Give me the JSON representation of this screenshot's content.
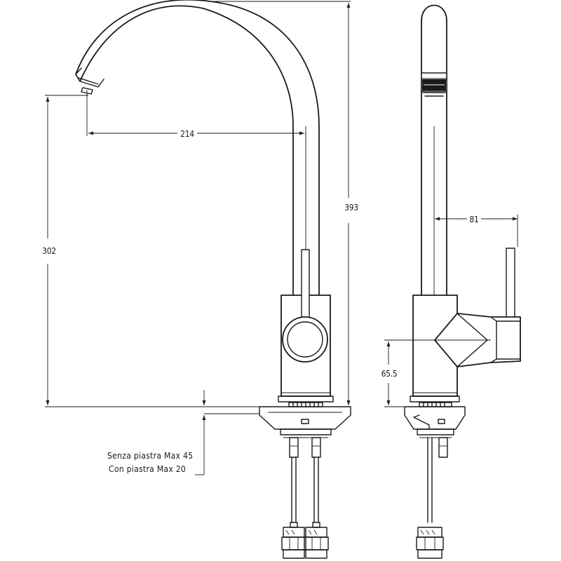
{
  "dimensions": {
    "spout_reach": "214",
    "total_height": "393",
    "spout_height": "302",
    "lever_offset": "81",
    "body_height": "65.5"
  },
  "notes": {
    "without_plate": "Senza piastra Max 45",
    "with_plate": "Con piastra Max 20"
  },
  "colors": {
    "line": "#1a1a1a",
    "background": "#ffffff"
  }
}
